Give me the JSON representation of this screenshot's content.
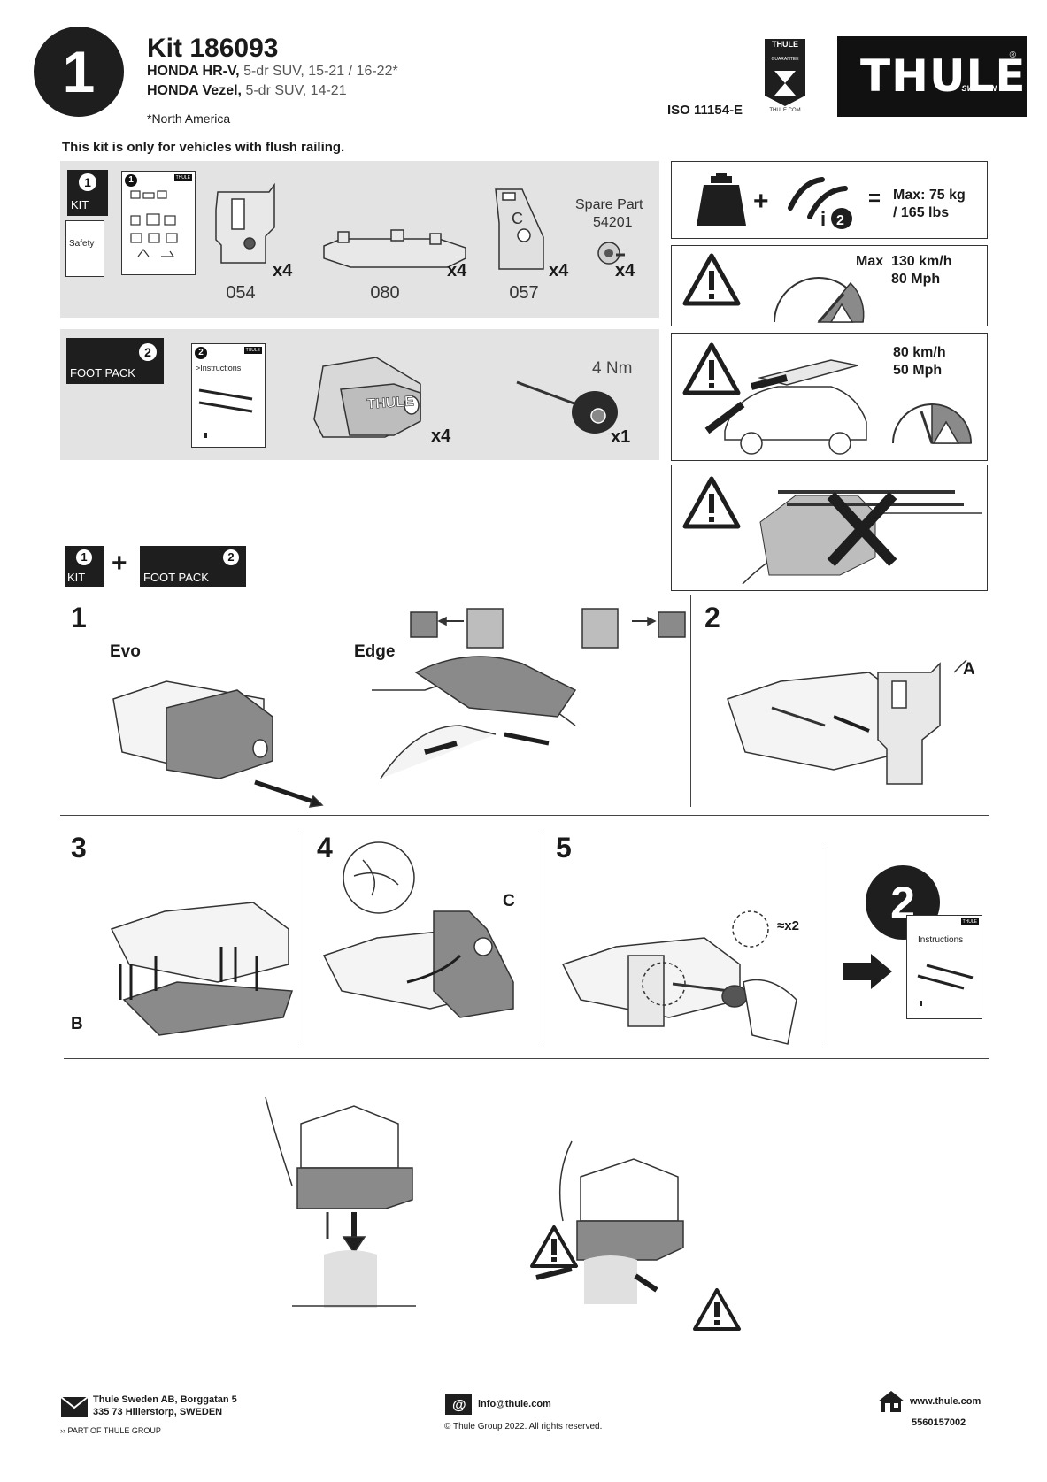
{
  "header": {
    "step_number": "1",
    "kit_title": "Kit 186093",
    "vehicles": [
      {
        "name": "HONDA HR-V,",
        "desc": "5-dr SUV, 15-21 / 16-22*"
      },
      {
        "name": "HONDA Vezel,",
        "desc": "5-dr SUV, 14-21"
      }
    ],
    "note": "*North America",
    "iso": "ISO 11154-E",
    "guarantee_top": "THULE",
    "guarantee_mid": "GUARANTEE",
    "guarantee_bottom": "THULE.COM",
    "brand": "THULE",
    "brand_sub": "SWEDEN",
    "brand_reg": "®"
  },
  "flush_note": "This kit is only for vehicles with flush railing.",
  "kit_panel": {
    "kit_label": "KIT",
    "kit_num": "1",
    "safety_label": "Safety",
    "sheet_brand": "THULE",
    "parts": [
      {
        "code": "054",
        "qty": "x4"
      },
      {
        "code": "080",
        "qty": "x4"
      },
      {
        "code": "057",
        "qty": "x4"
      }
    ],
    "spare_title": "Spare Part",
    "spare_code": "54201",
    "spare_qty": "x4"
  },
  "foot_panel": {
    "label": "FOOT PACK",
    "num": "2",
    "instructions_label": ">Instructions",
    "sheet_brand": "THULE",
    "foot_brand": "THULE",
    "foot_qty": "x4",
    "torque": "4 Nm",
    "tool_qty": "x1"
  },
  "warnings": {
    "load_max": "Max: 75 kg",
    "load_lbs": "/ 165 lbs",
    "speed_max": "Max",
    "speed_kmh": "130 km/h",
    "speed_mph": "80 Mph",
    "speed2_kmh": "80 km/h",
    "speed2_mph": "50 Mph"
  },
  "combo": {
    "kit_label": "KIT",
    "kit_num": "1",
    "foot_label": "FOOT PACK",
    "foot_num": "2"
  },
  "steps": {
    "s1": "1",
    "evo": "Evo",
    "edge": "Edge",
    "s2": "2",
    "label_a": "A",
    "s3": "3",
    "label_b": "B",
    "s4": "4",
    "label_c": "C",
    "s5": "5",
    "times_two": "≈x2",
    "next_step": "2",
    "next_instructions": "Instructions",
    "next_brand": "THULE"
  },
  "footer": {
    "address1": "Thule Sweden AB, Borggatan 5",
    "address2": "335 73 Hillerstorp, SWEDEN",
    "group": "PART OF THULE GROUP",
    "email": "info@thule.com",
    "copyright": "© Thule Group 2022. All rights reserved.",
    "web": "www.thule.com",
    "doc_number": "5560157002"
  }
}
